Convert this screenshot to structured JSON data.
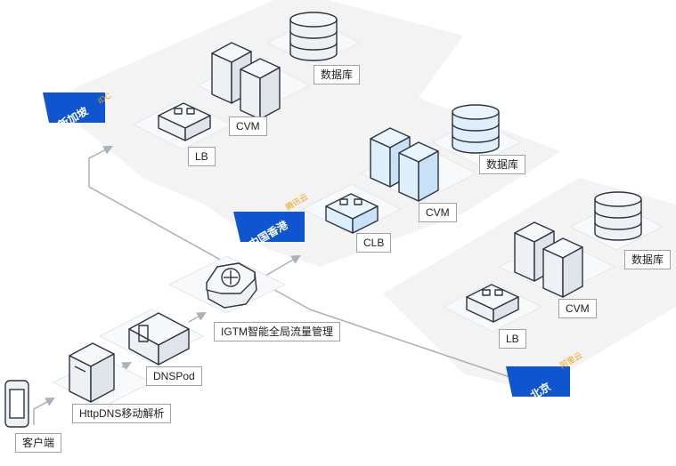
{
  "client": {
    "label": "客户端",
    "icon": "phone-icon"
  },
  "httpdns": {
    "label": "HttpDNS移动解析",
    "icon": "server-icon"
  },
  "dnspod": {
    "label": "DNSPod",
    "icon": "dnspod-icon"
  },
  "igtm": {
    "label": "IGTM智能全局流量管理",
    "icon": "igtm-icon"
  },
  "regions": {
    "singapore": {
      "name": "新加坡",
      "provider": "IDC",
      "lb": "LB",
      "cvm": "CVM",
      "db": "数据库"
    },
    "hongkong": {
      "name": "中国香港",
      "provider": "腾讯云",
      "lb": "CLB",
      "cvm": "CVM",
      "db": "数据库"
    },
    "beijing": {
      "name": "北京",
      "provider": "阿里云",
      "lb": "LB",
      "cvm": "CVM",
      "db": "数据库"
    }
  },
  "colors": {
    "accent": "#0e55cf",
    "provider_text": "#f0a010",
    "platform": "#f2f2f2",
    "tile": "#f7f8fa",
    "blue_fill": "#dfeefb",
    "gray_fill": "#eef1f4",
    "stroke": "#2c3440"
  }
}
